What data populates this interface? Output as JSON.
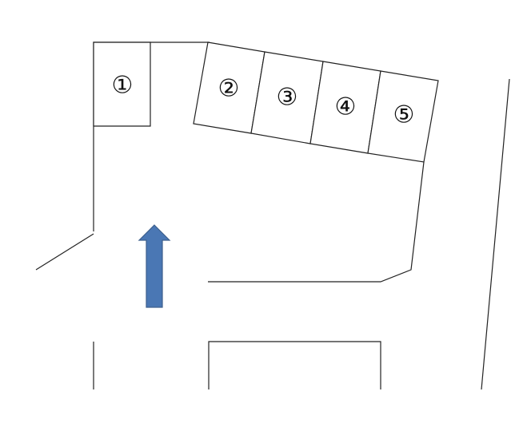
{
  "parking_spaces": [
    {
      "id": "1",
      "label": "①"
    },
    {
      "id": "2",
      "label": "②"
    },
    {
      "id": "3",
      "label": "③"
    },
    {
      "id": "4",
      "label": "④"
    },
    {
      "id": "5",
      "label": "⑤"
    }
  ],
  "entry_direction": {
    "direction": "up",
    "icon": "arrow-up-icon",
    "color": "#4a77b4"
  }
}
